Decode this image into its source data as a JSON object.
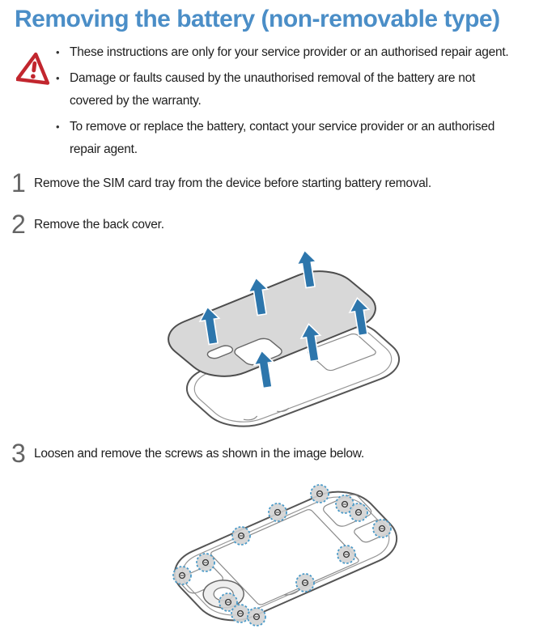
{
  "page": {
    "title": "Removing the battery (non-removable type)"
  },
  "colors": {
    "heading_blue": "#4b8ec7",
    "warning_red": "#c2262e",
    "arrow_blue": "#2d76ac",
    "screw_circle_blue": "#4a9ac8",
    "step_number_gray": "#646464",
    "cover_gray": "#d8d8d8",
    "body_text": "#1e1e1e"
  },
  "warning": {
    "bullet": "•",
    "items": [
      "These instructions are only for your service provider or an authorised repair agent.",
      [
        "Damage or faults caused by the unauthorised removal of the battery are not",
        "covered by the warranty."
      ],
      [
        "To remove or replace the battery, contact your service provider or an authorised",
        "repair agent."
      ]
    ]
  },
  "steps": [
    {
      "number": "1",
      "text": "Remove the SIM card tray from the device before starting battery removal."
    },
    {
      "number": "2",
      "text": "Remove the back cover."
    },
    {
      "number": "3",
      "text": "Loosen and remove the screws as shown in the image below."
    }
  ],
  "illustrations": [
    {
      "name": "back-cover-removal",
      "arrow_count": 6
    },
    {
      "name": "screw-locations",
      "screw_count": 13
    }
  ]
}
